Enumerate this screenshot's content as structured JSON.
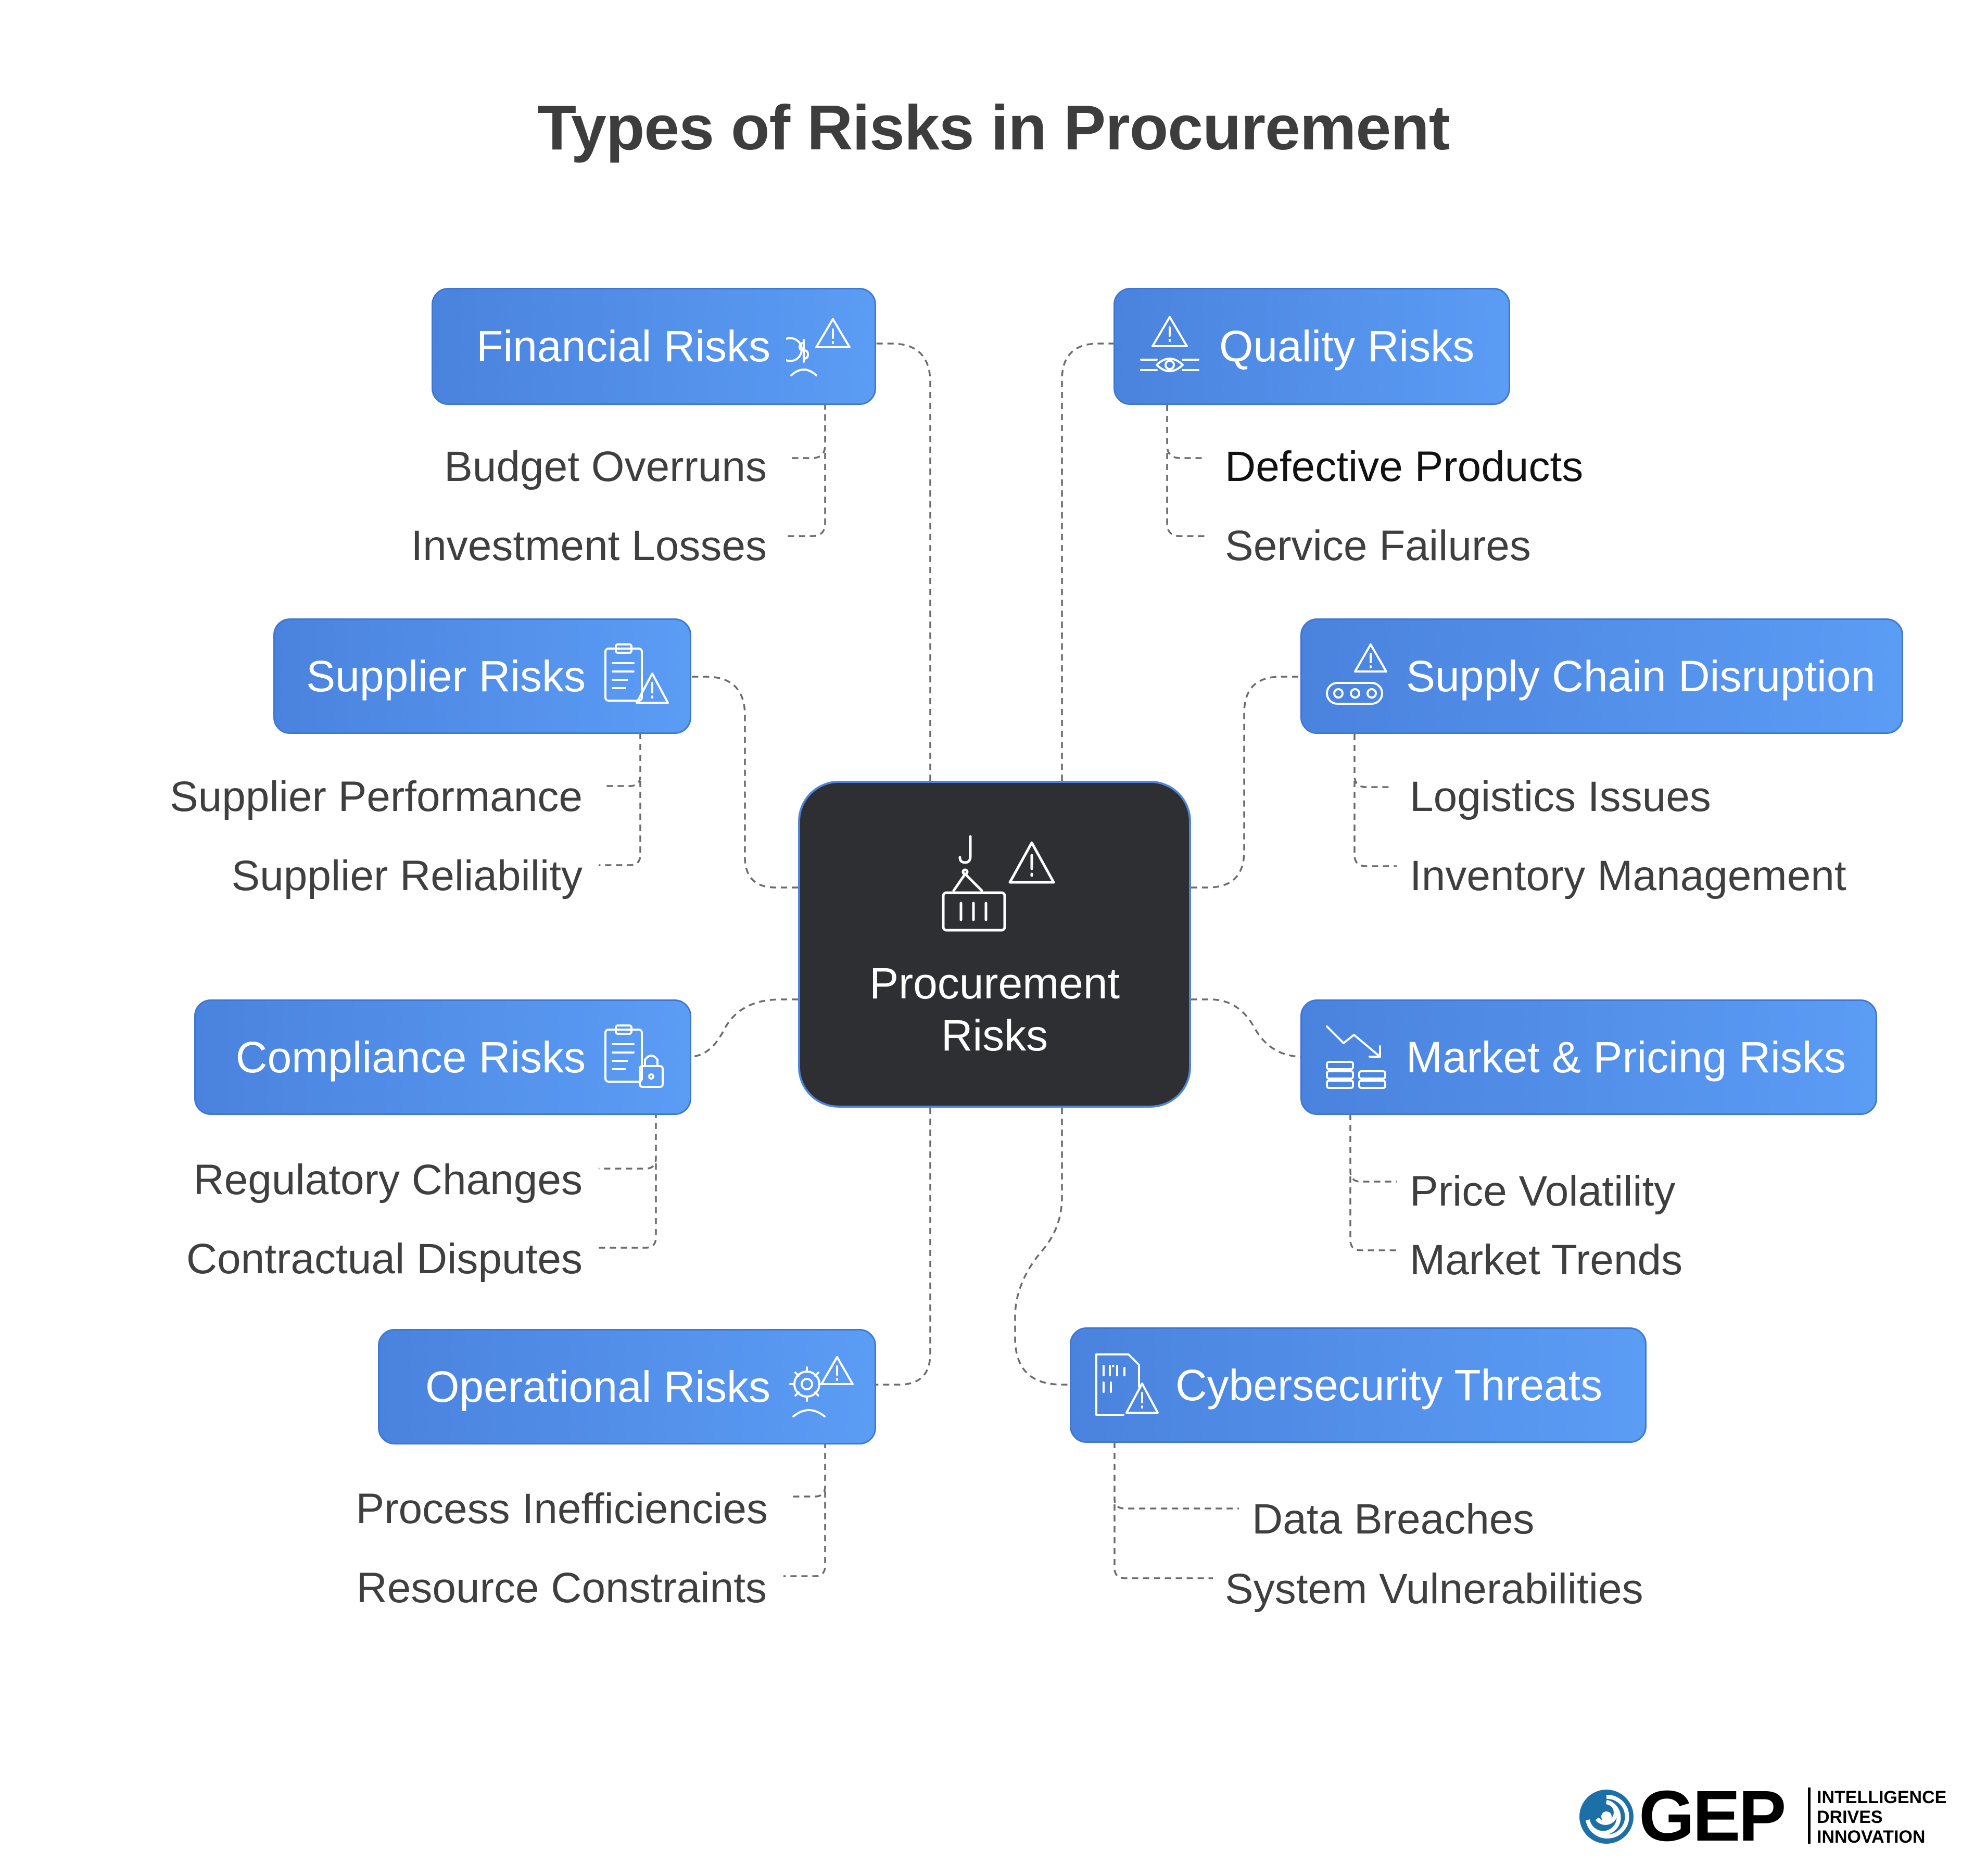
{
  "title": "Types of Risks in Procurement",
  "center": {
    "label": "Procurement Risks",
    "icon": "crane-container-warning-icon"
  },
  "branches": {
    "financial": {
      "label": "Financial Risks",
      "icon": "money-warning-icon",
      "items": [
        "Budget Overruns",
        "Investment Losses"
      ]
    },
    "supplier": {
      "label": "Supplier Risks",
      "icon": "clipboard-warning-icon",
      "items": [
        "Supplier Performance",
        "Supplier Reliability"
      ]
    },
    "compliance": {
      "label": "Compliance Risks",
      "icon": "clipboard-lock-icon",
      "items": [
        "Regulatory Changes",
        "Contractual Disputes"
      ]
    },
    "operational": {
      "label": "Operational Risks",
      "icon": "gear-person-warning-icon",
      "items": [
        "Process Inefficiencies",
        "Resource Constraints"
      ]
    },
    "quality": {
      "label": "Quality Risks",
      "icon": "quality-warning-icon",
      "items": [
        "Defective Products",
        "Service Failures"
      ]
    },
    "supply_chain": {
      "label": "Supply Chain Disruption",
      "icon": "conveyor-warning-icon",
      "items": [
        "Logistics Issues",
        "Inventory Management"
      ]
    },
    "market": {
      "label": "Market & Pricing Risks",
      "icon": "price-drop-icon",
      "items": [
        "Price Volatility",
        "Market Trends"
      ]
    },
    "cyber": {
      "label": "Cybersecurity Threats",
      "icon": "binary-file-warning-icon",
      "items": [
        "Data Breaches",
        "System Vulnerabilities"
      ]
    }
  },
  "logo": {
    "name": "GEP",
    "tagline": "INTELLIGENCE\nDRIVES\nINNOVATION"
  }
}
